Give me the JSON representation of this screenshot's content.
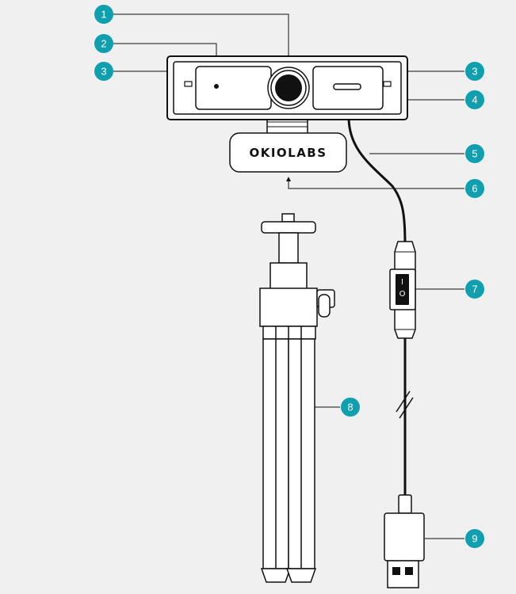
{
  "colors": {
    "background": "#f0f0f0",
    "callout_fill": "#0f9fae",
    "outline": "#111111",
    "body_fill": "#ffffff"
  },
  "brand_label": "OKIOLABS",
  "switch": {
    "on_glyph": "I",
    "off_glyph": "O"
  },
  "callouts": [
    {
      "id": "callout-1",
      "label": "1"
    },
    {
      "id": "callout-2",
      "label": "2"
    },
    {
      "id": "callout-3-left",
      "label": "3"
    },
    {
      "id": "callout-3-right",
      "label": "3"
    },
    {
      "id": "callout-4",
      "label": "4"
    },
    {
      "id": "callout-5",
      "label": "5"
    },
    {
      "id": "callout-6",
      "label": "6"
    },
    {
      "id": "callout-7",
      "label": "7"
    },
    {
      "id": "callout-8",
      "label": "8"
    },
    {
      "id": "callout-9",
      "label": "9"
    }
  ]
}
